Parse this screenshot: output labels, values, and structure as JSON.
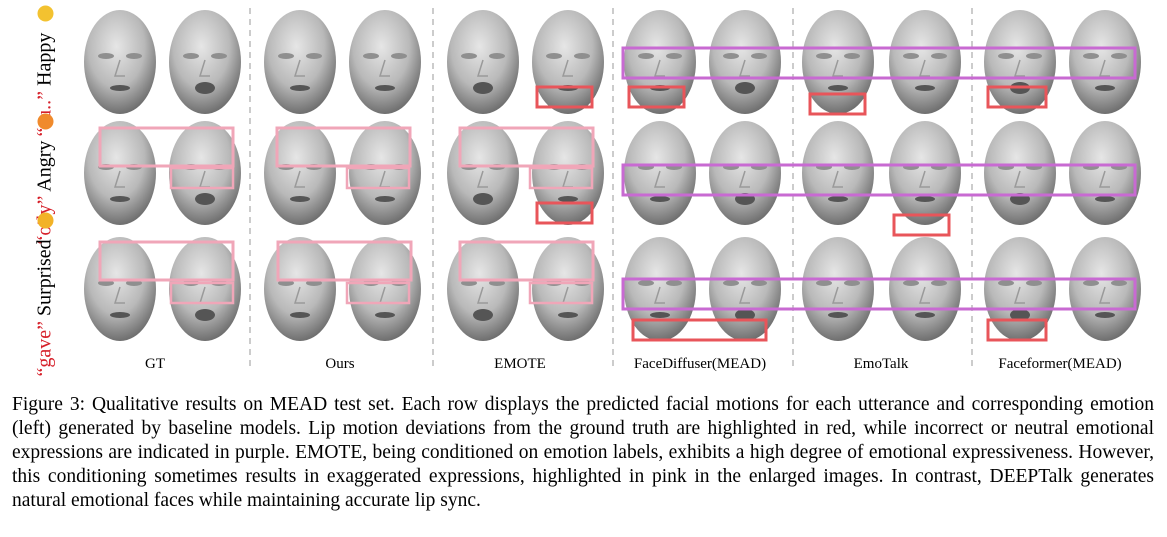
{
  "rows": [
    {
      "word": "“su..”",
      "emotion": "Happy",
      "emoji_icon": "smiling-emoji-icon"
    },
    {
      "word": "“oily”",
      "emotion": "Angry",
      "emoji_icon": "angry-emoji-icon"
    },
    {
      "word": "“gave”",
      "emotion": "Surprised",
      "emoji_icon": "surprised-emoji-icon"
    }
  ],
  "columns": [
    "GT",
    "Ours",
    "EMOTE",
    "FaceDiffuser(MEAD)",
    "EmoTalk",
    "Faceformer(MEAD)"
  ],
  "caption": {
    "label": "Figure 3:",
    "text": "Qualitative results on MEAD test set. Each row displays the predicted facial motions for each utterance and corresponding emotion (left) generated by baseline models. Lip motion deviations from the ground truth are highlighted in red, while incorrect or neutral emotional expressions are indicated in purple. EMOTE, being conditioned on emotion labels, exhibits a high degree of emotional expressiveness. However, this conditioning sometimes results in exaggerated expressions, highlighted in pink in the enlarged images. In contrast, DEEPTalk generates natural emotional faces while maintaining accurate lip sync."
  },
  "colors": {
    "red_box": "#e8555a",
    "purple_box": "#c86ad2",
    "pink_box": "#f0a6b8",
    "word": "#d6202a"
  }
}
